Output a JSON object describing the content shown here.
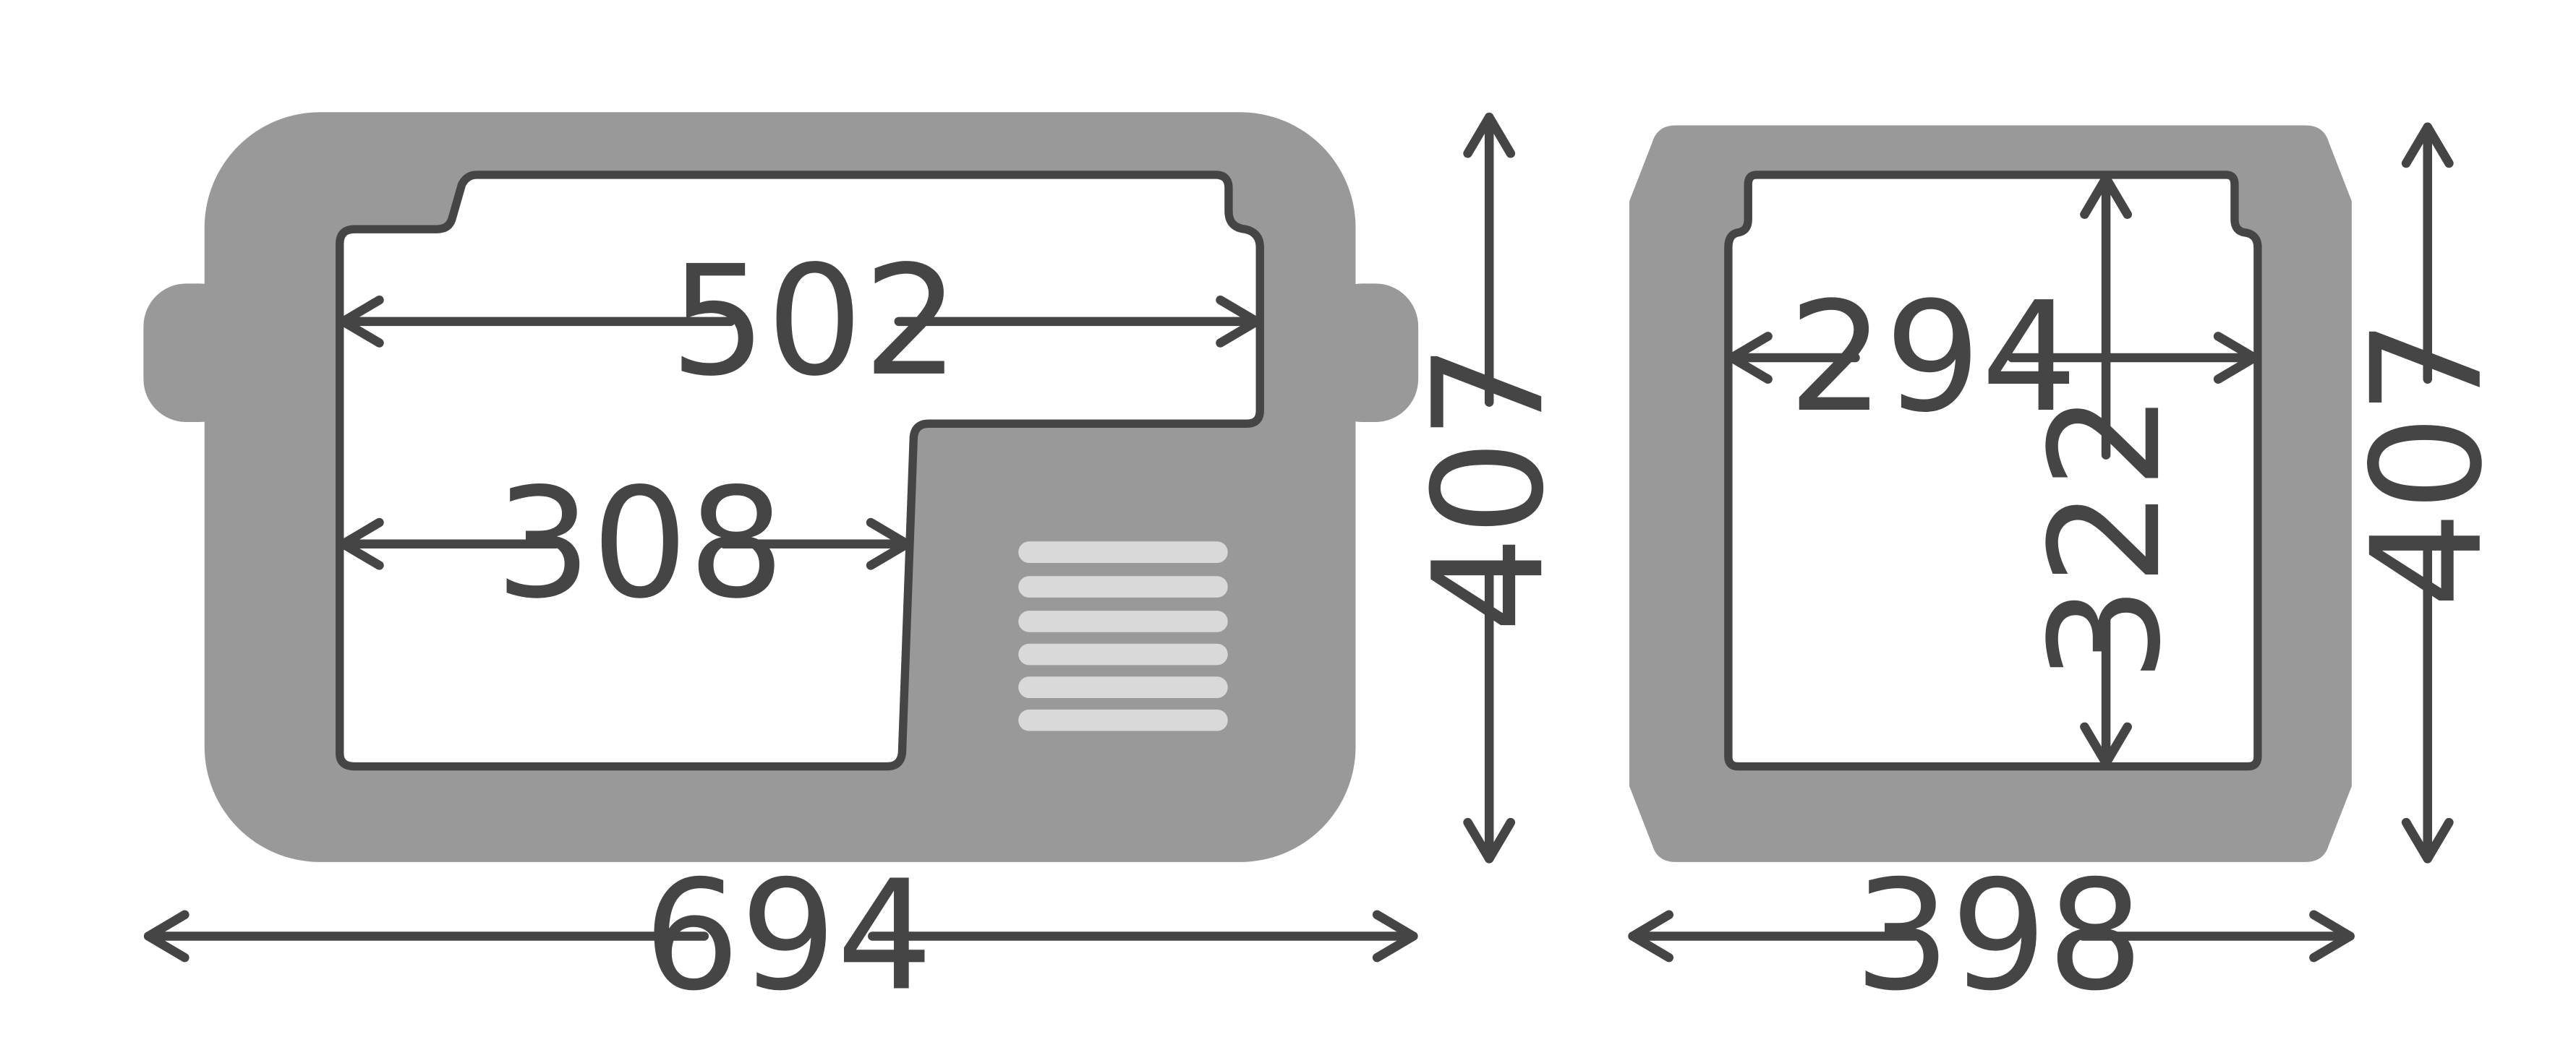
{
  "colors": {
    "body": "#999999",
    "cavity": "#ffffff",
    "line": "#454545",
    "vent": "#d9d9d9"
  },
  "left_view": {
    "width_label": "694",
    "height_label": "407",
    "upper_interior_label": "502",
    "lower_interior_label": "308"
  },
  "right_view": {
    "width_label": "398",
    "height_label": "407",
    "interior_width_label": "294",
    "interior_height_label": "322"
  }
}
